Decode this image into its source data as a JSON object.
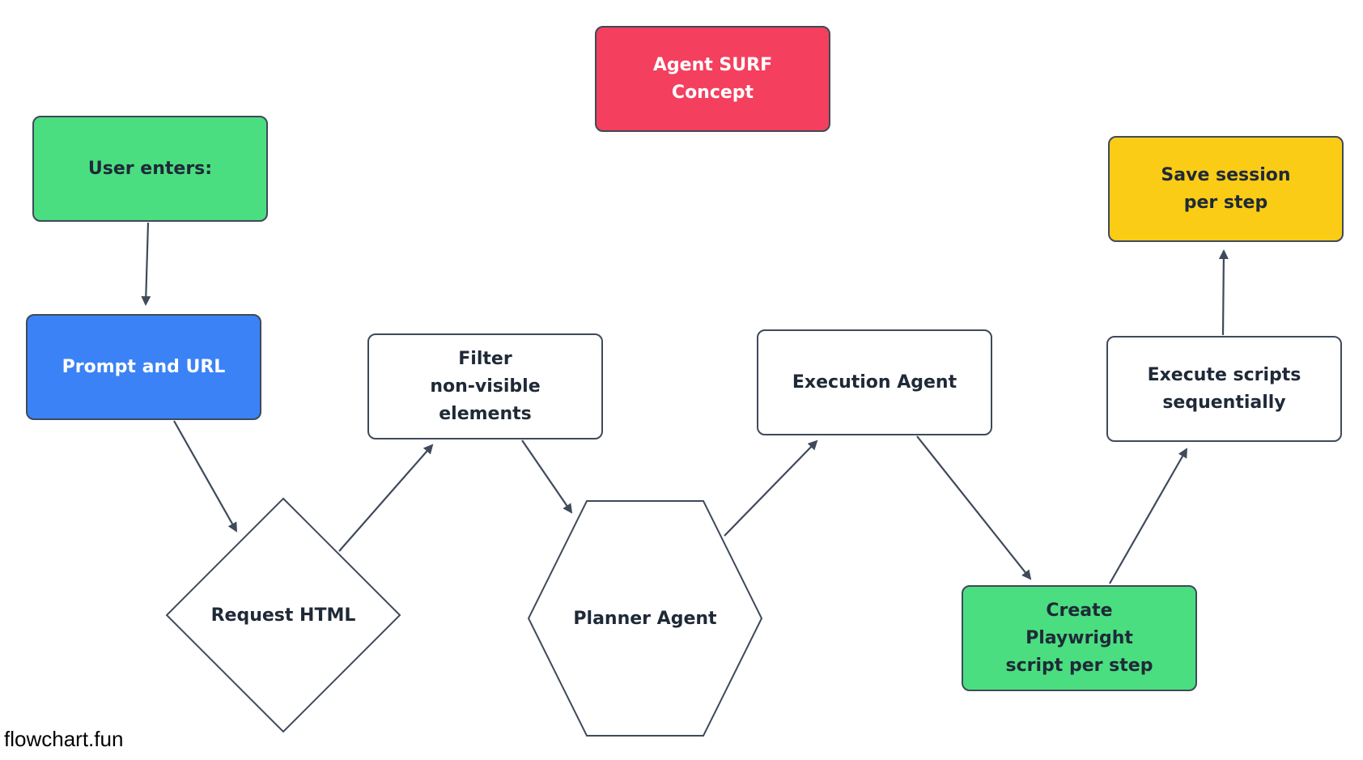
{
  "diagram": {
    "nodes": {
      "title": {
        "lines": [
          "Agent SURF",
          "Concept"
        ],
        "color": "#f43f5e"
      },
      "user_enters": {
        "lines": [
          "User enters:"
        ],
        "color": "#4ade80"
      },
      "prompt_url": {
        "lines": [
          "Prompt and URL"
        ],
        "color": "#3b82f6"
      },
      "request_html": {
        "lines": [
          "Request HTML"
        ],
        "shape": "diamond"
      },
      "filter": {
        "lines": [
          "Filter",
          "non-visible",
          "elements"
        ]
      },
      "planner": {
        "lines": [
          "Planner Agent"
        ],
        "shape": "hexagon"
      },
      "execution": {
        "lines": [
          "Execution Agent"
        ]
      },
      "create_script": {
        "lines": [
          "Create",
          "Playwright",
          "script per step"
        ],
        "color": "#4ade80"
      },
      "execute_scripts": {
        "lines": [
          "Execute scripts",
          "sequentially"
        ]
      },
      "save_session": {
        "lines": [
          "Save session",
          "per step"
        ],
        "color": "#facc15"
      }
    },
    "edges": [
      {
        "from": "user_enters",
        "to": "prompt_url"
      },
      {
        "from": "prompt_url",
        "to": "request_html"
      },
      {
        "from": "request_html",
        "to": "filter"
      },
      {
        "from": "filter",
        "to": "planner"
      },
      {
        "from": "planner",
        "to": "execution"
      },
      {
        "from": "execution",
        "to": "create_script"
      },
      {
        "from": "create_script",
        "to": "execute_scripts"
      },
      {
        "from": "execute_scripts",
        "to": "save_session"
      }
    ],
    "stroke_color": "#3f4a5a"
  },
  "watermark": "flowchart.fun"
}
